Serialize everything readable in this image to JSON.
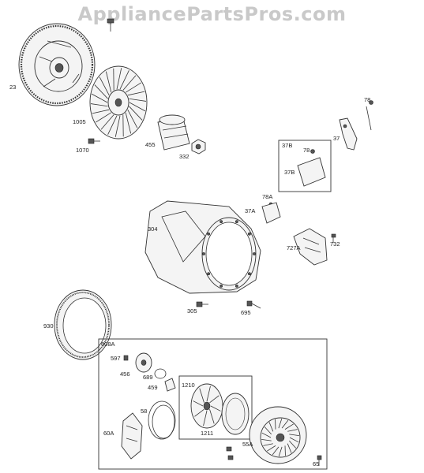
{
  "watermark": "AppliancePartsPros.com",
  "parts": {
    "p23": "23",
    "p1005": "1005",
    "p1070": "1070",
    "p455": "455",
    "p332": "332",
    "p78": "78",
    "p37": "37",
    "p37B_box": "37B",
    "p78_box": "78",
    "p37B": "37B",
    "p78A": "78A",
    "p37A": "37A",
    "p304": "304",
    "p727A": "727A",
    "p732": "732",
    "p305": "305",
    "p695": "695",
    "p930": "930",
    "p608A": "608A",
    "p597": "597",
    "p456": "456",
    "p689": "689",
    "p459": "459",
    "p1210": "1210",
    "p58": "58",
    "p60A": "60A",
    "p1211": "1211",
    "p55A": "55A",
    "p65": "65"
  }
}
